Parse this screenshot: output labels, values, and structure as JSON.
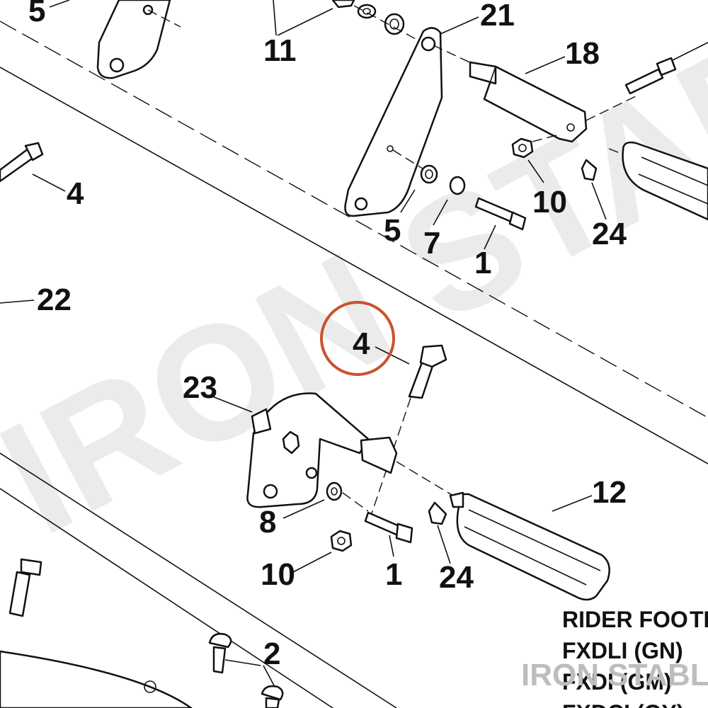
{
  "watermark": {
    "text": "IRON STABLE",
    "color": "#ebebeb",
    "small_color": "#bdbdbd"
  },
  "callouts": [
    {
      "id": "c5a",
      "label": "5"
    },
    {
      "id": "c11",
      "label": "11"
    },
    {
      "id": "c21",
      "label": "21"
    },
    {
      "id": "c18",
      "label": "18"
    },
    {
      "id": "c4a",
      "label": "4"
    },
    {
      "id": "c10a",
      "label": "10"
    },
    {
      "id": "c24a",
      "label": "24"
    },
    {
      "id": "c5b",
      "label": "5"
    },
    {
      "id": "c7",
      "label": "7"
    },
    {
      "id": "c1a",
      "label": "1"
    },
    {
      "id": "c22",
      "label": "22"
    },
    {
      "id": "c4b",
      "label": "4"
    },
    {
      "id": "c23",
      "label": "23"
    },
    {
      "id": "c12",
      "label": "12"
    },
    {
      "id": "c8",
      "label": "8"
    },
    {
      "id": "c10b",
      "label": "10"
    },
    {
      "id": "c1b",
      "label": "1"
    },
    {
      "id": "c24b",
      "label": "24"
    },
    {
      "id": "c2",
      "label": "2"
    }
  ],
  "highlight": {
    "callout": "4",
    "color": "#c8532e"
  },
  "legend": {
    "line1": "RIDER FOO",
    "line1_extra": "TR",
    "line2": "FXDLI (GN)",
    "line3": "FXDI (GM)",
    "line4": "FXDCI (GY)"
  }
}
